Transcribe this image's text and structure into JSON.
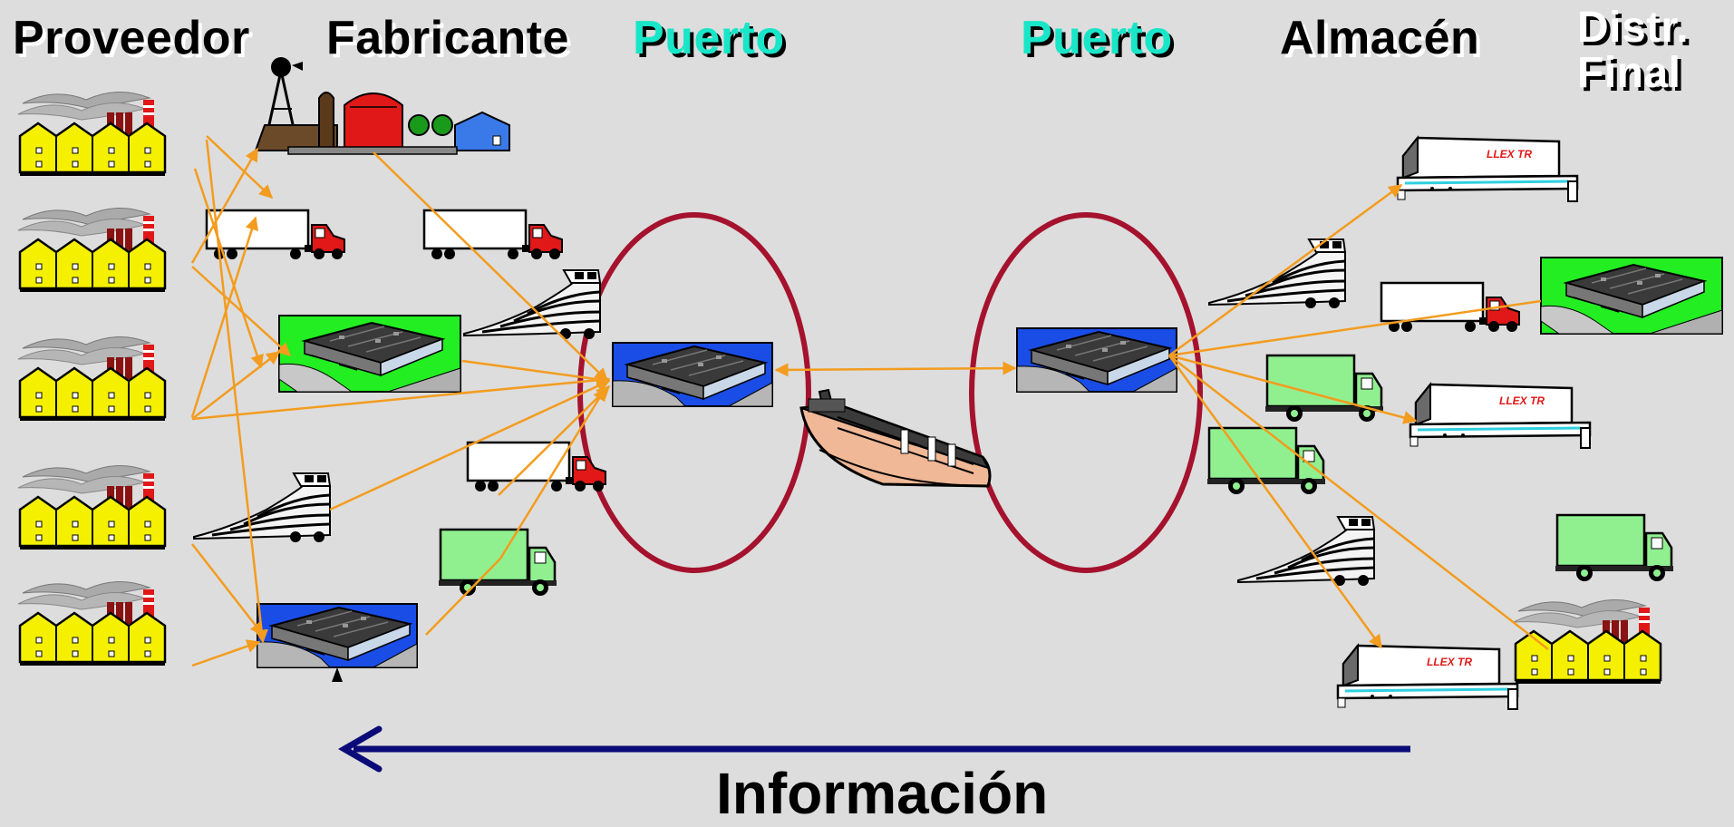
{
  "headers": {
    "proveedor": "Proveedor",
    "fabricante": "Fabricante",
    "puerto_1": "Puerto",
    "puerto_2": "Puerto",
    "almacen": "Almacén",
    "distr_line1": "Distr.",
    "distr_line2": "Final"
  },
  "information_label": "Información",
  "colors": {
    "background": "#dddddd",
    "arrow": "#f39c1f",
    "port_ellipse": "#a4122d",
    "information_arrow": "#0a0a78",
    "port_text": "#19e6c8",
    "factory": "#f4f000",
    "warehouse_green": "#22ee22",
    "port_blue": "#1a4de6",
    "small_truck": "#90f090"
  },
  "icons": [
    "factory-icon",
    "farm-icon",
    "semi-truck-icon",
    "warehouse-icon",
    "port-warehouse-icon",
    "train-icon",
    "box-truck-icon",
    "cargo-ship-icon",
    "trailer-icon"
  ]
}
